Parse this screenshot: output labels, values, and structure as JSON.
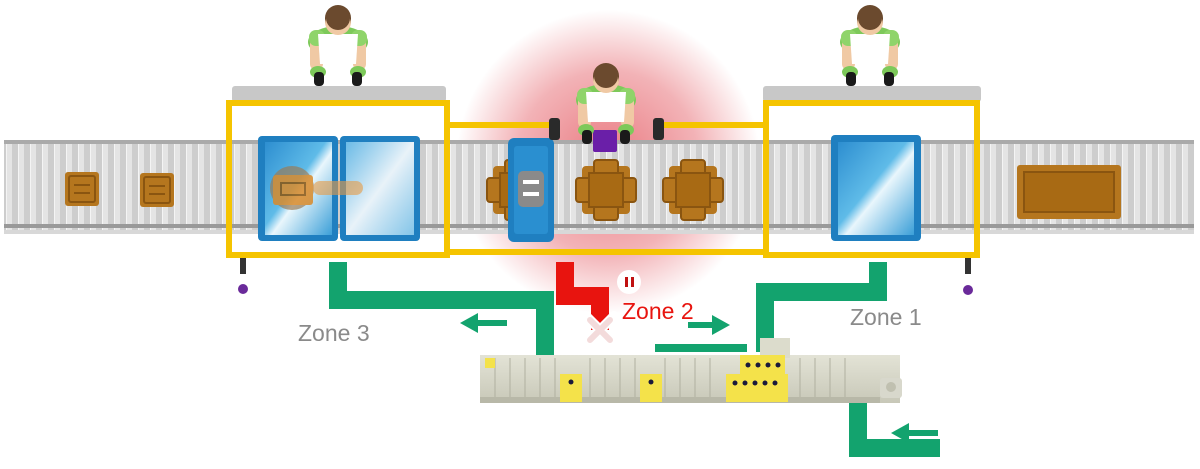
{
  "zones": [
    {
      "label": "Zone 3",
      "status": "safe"
    },
    {
      "label": "Zone 2",
      "status": "hazard"
    },
    {
      "label": "Zone 1",
      "status": "safe"
    }
  ],
  "colors": {
    "zone_frame": "#f5c400",
    "safe_path": "#13a36e",
    "hazard_path": "#e8140f",
    "hazard_glow": "#e0404a",
    "zone_label": "#8a8a8a",
    "zone_label_hazard": "#e8140f",
    "worker_shirt": "#8fd46a",
    "package": "#b5761e",
    "guard_door": "#1f7fc0",
    "io_module": "#f4e24a"
  },
  "icons": {
    "worker": "worker-topdown-icon",
    "package": "cardboard-box-icon",
    "flow_arrow": "arrow-icon",
    "blocked": "x-mark-icon",
    "sensor": "sensor-light-icon"
  }
}
